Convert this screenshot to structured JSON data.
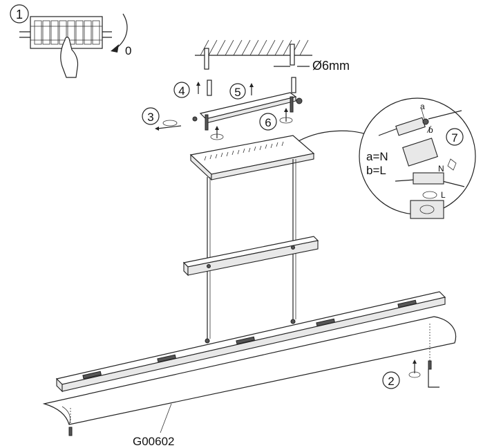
{
  "steps": [
    "1",
    "2",
    "3",
    "4",
    "5",
    "6",
    "7"
  ],
  "switch_label": "0",
  "hole_diameter": "Ø6mm",
  "wiring": {
    "a": "a",
    "b": "b",
    "a_eq": "a=N",
    "b_eq": "b=L",
    "n": "N",
    "l": "L"
  },
  "model": "G00602",
  "colors": {
    "stroke": "#222222",
    "background": "#ffffff"
  }
}
